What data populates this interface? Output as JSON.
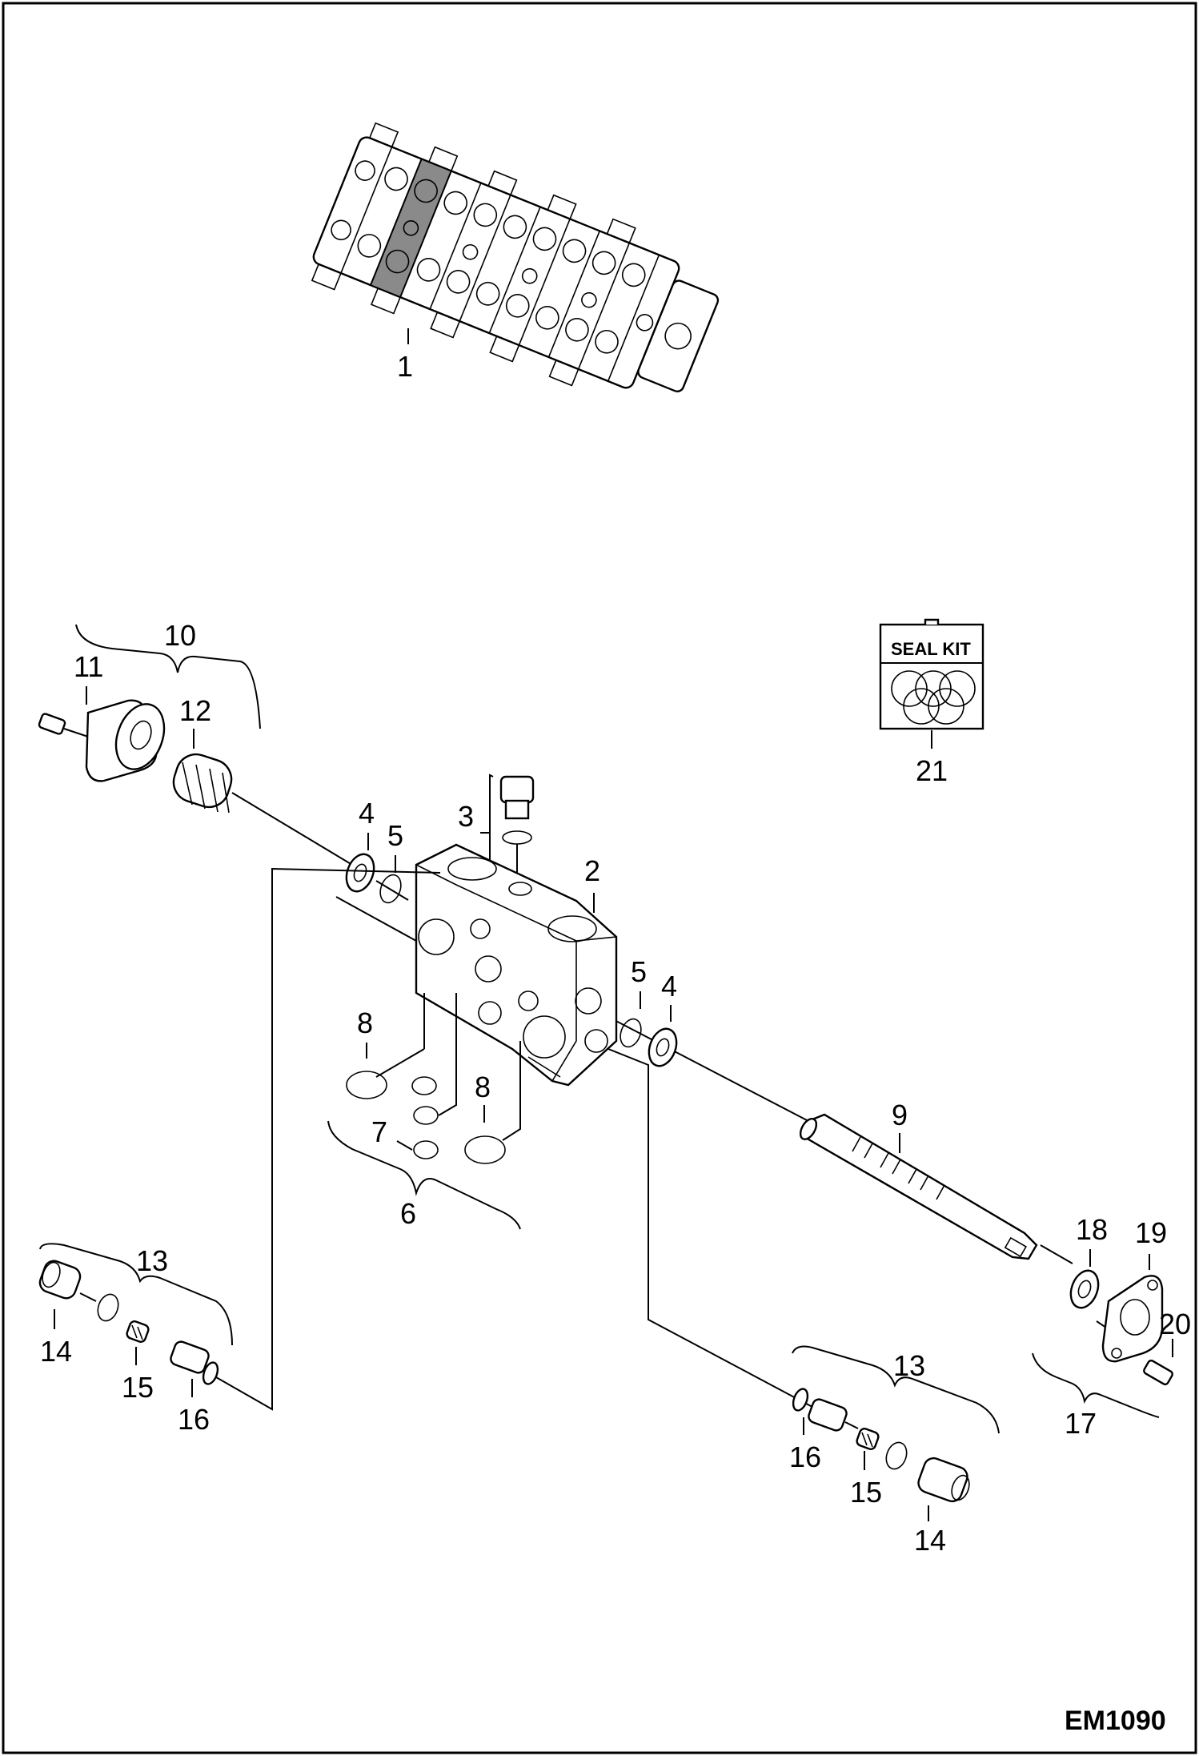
{
  "diagram": {
    "drawing_code": "EM1090",
    "seal_kit_label": "SEAL KIT",
    "callouts": {
      "c1": "1",
      "c2": "2",
      "c3": "3",
      "c4a": "4",
      "c4b": "4",
      "c5a": "5",
      "c5b": "5",
      "c6": "6",
      "c7": "7",
      "c8a": "8",
      "c8b": "8",
      "c9": "9",
      "c10": "10",
      "c11": "11",
      "c12": "12",
      "c13a": "13",
      "c13b": "13",
      "c14a": "14",
      "c14b": "14",
      "c15a": "15",
      "c15b": "15",
      "c16a": "16",
      "c16b": "16",
      "c17": "17",
      "c18": "18",
      "c19": "19",
      "c20": "20",
      "c21": "21"
    }
  }
}
